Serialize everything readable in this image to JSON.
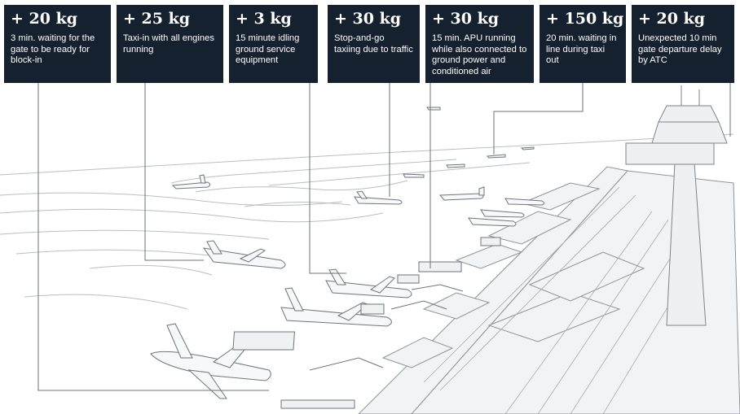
{
  "callouts": [
    {
      "amount": "+ 20 kg",
      "description": "3 min. waiting for the gate to be ready for block-in"
    },
    {
      "amount": "+ 25 kg",
      "description": "Taxi-in with all engines running"
    },
    {
      "amount": "+ 3 kg",
      "description": "15 minute idling ground service equipment"
    },
    {
      "amount": "+ 30 kg",
      "description": "Stop-and-go taxiing due to traffic"
    },
    {
      "amount": "+ 30 kg",
      "description": "15 min. APU running while also connected to ground power and conditioned air"
    },
    {
      "amount": "+ 150 kg",
      "description": "20 min. waiting in line during taxi out"
    },
    {
      "amount": "+ 20 kg",
      "description": "Unexpected 10 min gate departure delay by ATC"
    }
  ],
  "colors": {
    "card_background": "#15212e",
    "card_text": "#ffffff",
    "leader_line": "#6b7178"
  },
  "illustration": {
    "style": "monochrome line drawing",
    "subject": "airport apron, terminal, taxiways and control tower"
  }
}
